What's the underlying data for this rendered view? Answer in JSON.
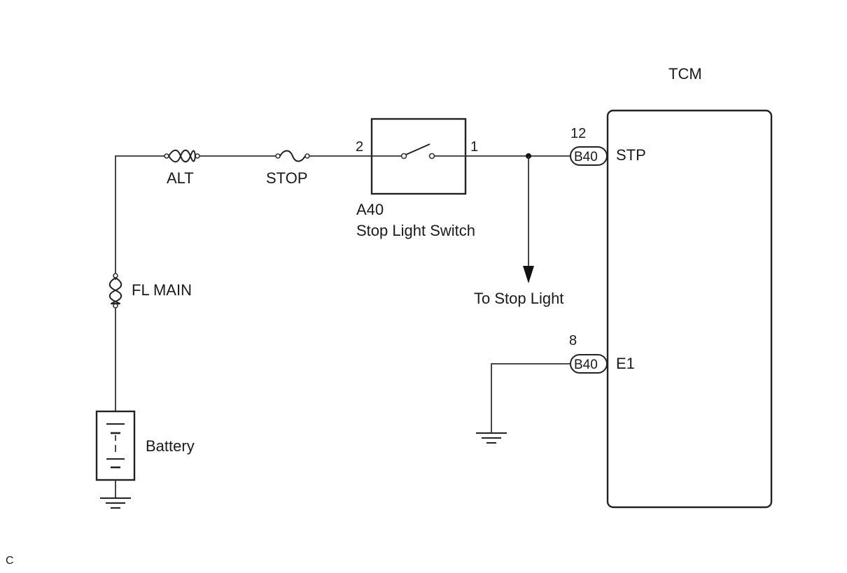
{
  "tcm": {
    "title": "TCM",
    "pins": [
      {
        "pin_number": "12",
        "connector": "B40",
        "signal": "STP"
      },
      {
        "pin_number": "8",
        "connector": "B40",
        "signal": "E1"
      }
    ]
  },
  "fuses": {
    "alt": "ALT",
    "stop": "STOP",
    "fl_main": "FL MAIN"
  },
  "switch": {
    "code": "A40",
    "name": "Stop Light Switch",
    "pin_in": "2",
    "pin_out": "1"
  },
  "branch_label": "To Stop Light",
  "battery_label": "Battery",
  "corner_mark": "C"
}
